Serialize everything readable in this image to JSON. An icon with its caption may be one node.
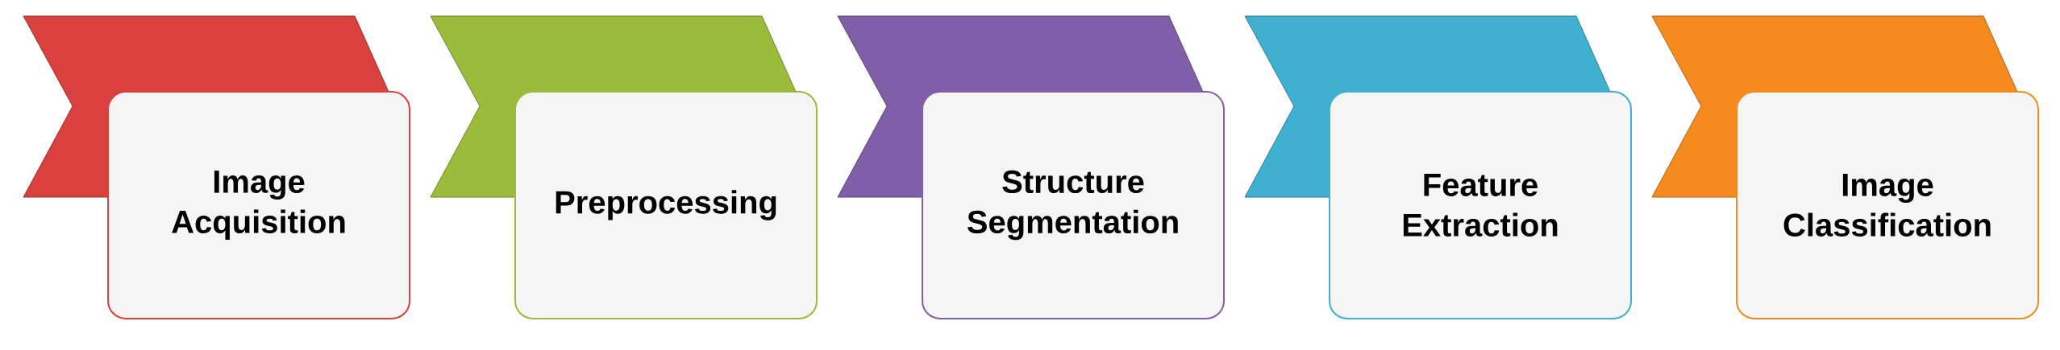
{
  "diagram": {
    "nodes": [
      {
        "text": [
          "Image Acquisition"
        ]
      },
      {
        "text": [
          "Preprocessing"
        ]
      },
      {
        "text": [
          "Structure Segmentation"
        ]
      },
      {
        "text": [
          "Feature Extraction"
        ]
      },
      {
        "text": [
          "Image Classification"
        ]
      }
    ],
    "edges": [
      {
        "from": 0,
        "to": 1,
        "arrow": "none"
      },
      {
        "from": 1,
        "to": 2,
        "arrow": "none"
      },
      {
        "from": 2,
        "to": 3,
        "arrow": "none"
      },
      {
        "from": 3,
        "to": 4,
        "arrow": "none"
      },
      {
        "from": 4,
        "to": null,
        "arrow": "none"
      }
    ]
  }
}
